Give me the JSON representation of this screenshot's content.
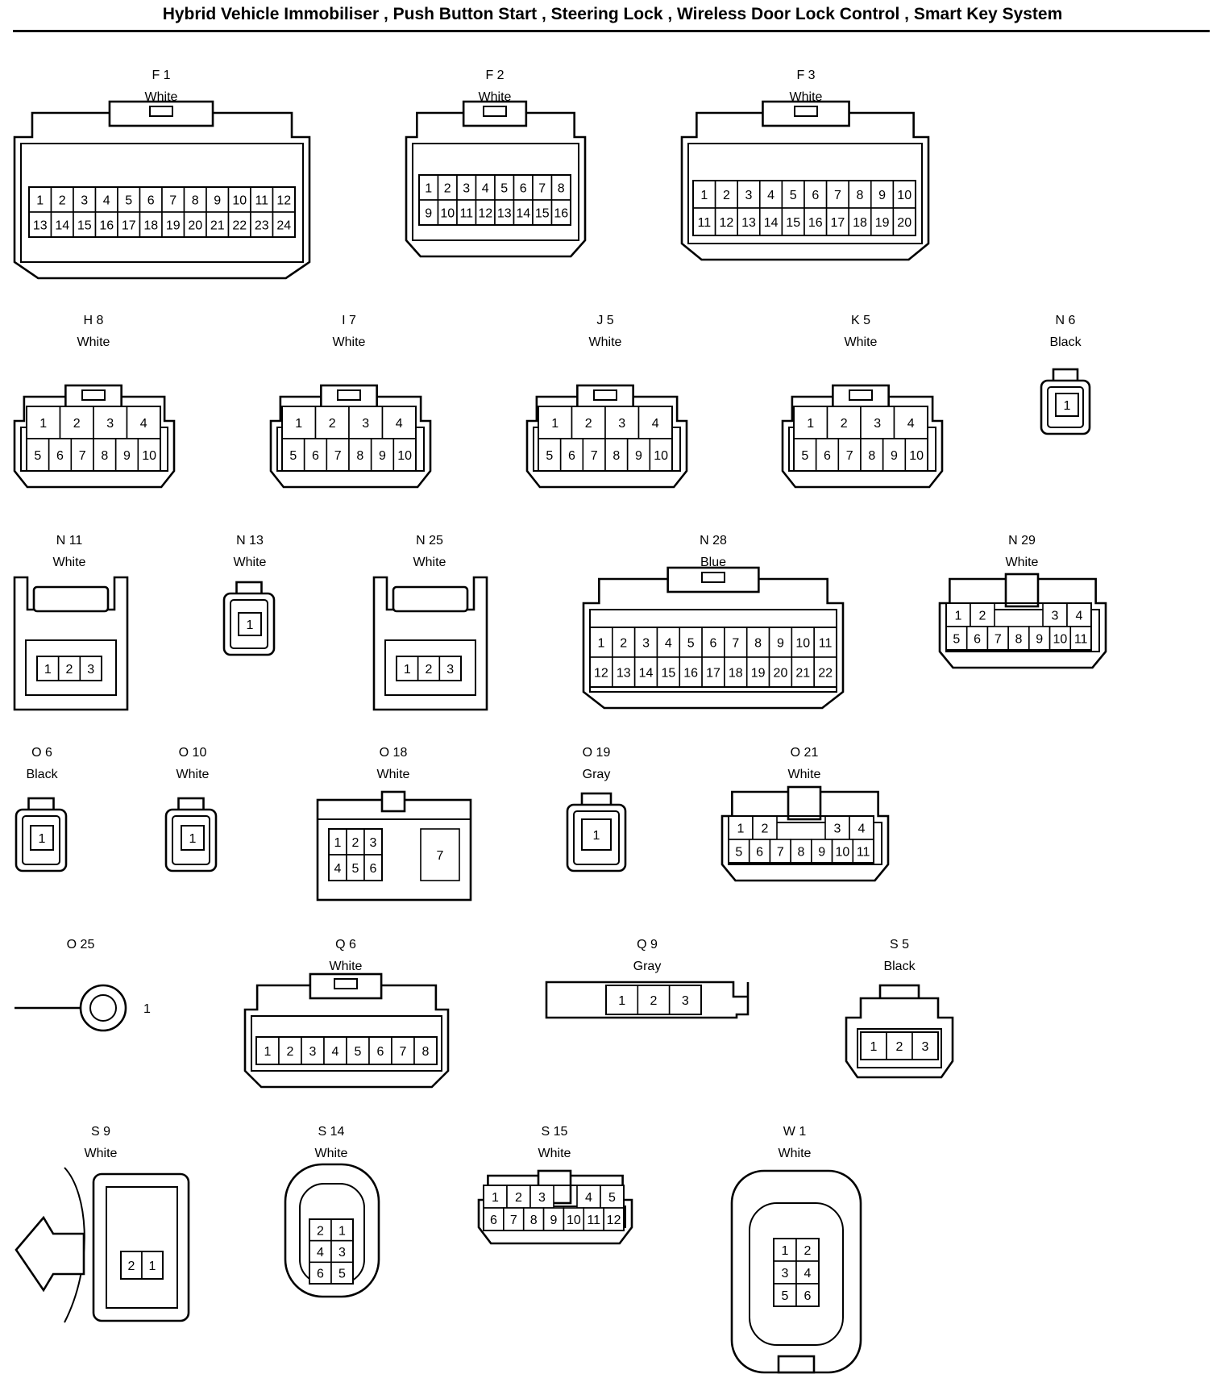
{
  "page": {
    "title": "Hybrid Vehicle Immobiliser , Push Button Start , Steering Lock , Wireless Door Lock Control , Smart Key System"
  },
  "connectors": [
    {
      "id": "F 1",
      "color": "White",
      "rows": [
        [
          "1",
          "2",
          "3",
          "4",
          "5",
          "6",
          "7",
          "8",
          "9",
          "10",
          "11",
          "12"
        ],
        [
          "13",
          "14",
          "15",
          "16",
          "17",
          "18",
          "19",
          "20",
          "21",
          "22",
          "23",
          "24"
        ]
      ]
    },
    {
      "id": "F 2",
      "color": "White",
      "rows": [
        [
          "1",
          "2",
          "3",
          "4",
          "5",
          "6",
          "7",
          "8"
        ],
        [
          "9",
          "10",
          "11",
          "12",
          "13",
          "14",
          "15",
          "16"
        ]
      ]
    },
    {
      "id": "F 3",
      "color": "White",
      "rows": [
        [
          "1",
          "2",
          "3",
          "4",
          "5",
          "6",
          "7",
          "8",
          "9",
          "10"
        ],
        [
          "11",
          "12",
          "13",
          "14",
          "15",
          "16",
          "17",
          "18",
          "19",
          "20"
        ]
      ]
    },
    {
      "id": "H 8",
      "color": "White",
      "rows": [
        [
          "1",
          "2",
          "3",
          "4"
        ],
        [
          "5",
          "6",
          "7",
          "8",
          "9",
          "10"
        ]
      ]
    },
    {
      "id": "I 7",
      "color": "White",
      "rows": [
        [
          "1",
          "2",
          "3",
          "4"
        ],
        [
          "5",
          "6",
          "7",
          "8",
          "9",
          "10"
        ]
      ]
    },
    {
      "id": "J 5",
      "color": "White",
      "rows": [
        [
          "1",
          "2",
          "3",
          "4"
        ],
        [
          "5",
          "6",
          "7",
          "8",
          "9",
          "10"
        ]
      ]
    },
    {
      "id": "K 5",
      "color": "White",
      "rows": [
        [
          "1",
          "2",
          "3",
          "4"
        ],
        [
          "5",
          "6",
          "7",
          "8",
          "9",
          "10"
        ]
      ]
    },
    {
      "id": "N 6",
      "color": "Black",
      "rows": [
        [
          "1"
        ]
      ]
    },
    {
      "id": "N 11",
      "color": "White",
      "rows": [
        [
          "1",
          "2",
          "3"
        ]
      ]
    },
    {
      "id": "N 13",
      "color": "White",
      "rows": [
        [
          "1"
        ]
      ]
    },
    {
      "id": "N 25",
      "color": "White",
      "rows": [
        [
          "1",
          "2",
          "3"
        ]
      ]
    },
    {
      "id": "N 28",
      "color": "Blue",
      "rows": [
        [
          "1",
          "2",
          "3",
          "4",
          "5",
          "6",
          "7",
          "8",
          "9",
          "10",
          "11"
        ],
        [
          "12",
          "13",
          "14",
          "15",
          "16",
          "17",
          "18",
          "19",
          "20",
          "21",
          "22"
        ]
      ]
    },
    {
      "id": "N 29",
      "color": "White",
      "rows": [
        [
          "1",
          "2",
          "",
          "",
          "3",
          "4"
        ],
        [
          "5",
          "6",
          "7",
          "8",
          "9",
          "10",
          "11"
        ]
      ]
    },
    {
      "id": "O 6",
      "color": "Black",
      "rows": [
        [
          "1"
        ]
      ]
    },
    {
      "id": "O 10",
      "color": "White",
      "rows": [
        [
          "1"
        ]
      ]
    },
    {
      "id": "O 18",
      "color": "White",
      "rows": [
        [
          "1",
          "2",
          "3"
        ],
        [
          "4",
          "5",
          "6"
        ],
        [
          "7"
        ]
      ]
    },
    {
      "id": "O 19",
      "color": "Gray",
      "rows": [
        [
          "1"
        ]
      ]
    },
    {
      "id": "O 21",
      "color": "White",
      "rows": [
        [
          "1",
          "2",
          "",
          "",
          "3",
          "4"
        ],
        [
          "5",
          "6",
          "7",
          "8",
          "9",
          "10",
          "11"
        ]
      ]
    },
    {
      "id": "O 25",
      "color": "",
      "rows": [
        [
          "1"
        ]
      ]
    },
    {
      "id": "Q 6",
      "color": "White",
      "rows": [
        [
          "1",
          "2",
          "3",
          "4",
          "5",
          "6",
          "7",
          "8"
        ]
      ]
    },
    {
      "id": "Q 9",
      "color": "Gray",
      "rows": [
        [
          "1",
          "2",
          "3"
        ]
      ]
    },
    {
      "id": "S 5",
      "color": "Black",
      "rows": [
        [
          "1",
          "2",
          "3"
        ]
      ]
    },
    {
      "id": "S 9",
      "color": "White",
      "rows": [
        [
          "2",
          "1"
        ]
      ]
    },
    {
      "id": "S 14",
      "color": "White",
      "rows": [
        [
          "2",
          "1"
        ],
        [
          "4",
          "3"
        ],
        [
          "6",
          "5"
        ]
      ]
    },
    {
      "id": "S 15",
      "color": "White",
      "rows": [
        [
          "1",
          "2",
          "3",
          "",
          "4",
          "5"
        ],
        [
          "6",
          "7",
          "8",
          "9",
          "10",
          "11",
          "12"
        ]
      ]
    },
    {
      "id": "W 1",
      "color": "White",
      "rows": [
        [
          "1",
          "2"
        ],
        [
          "3",
          "4"
        ],
        [
          "5",
          "6"
        ]
      ]
    }
  ]
}
